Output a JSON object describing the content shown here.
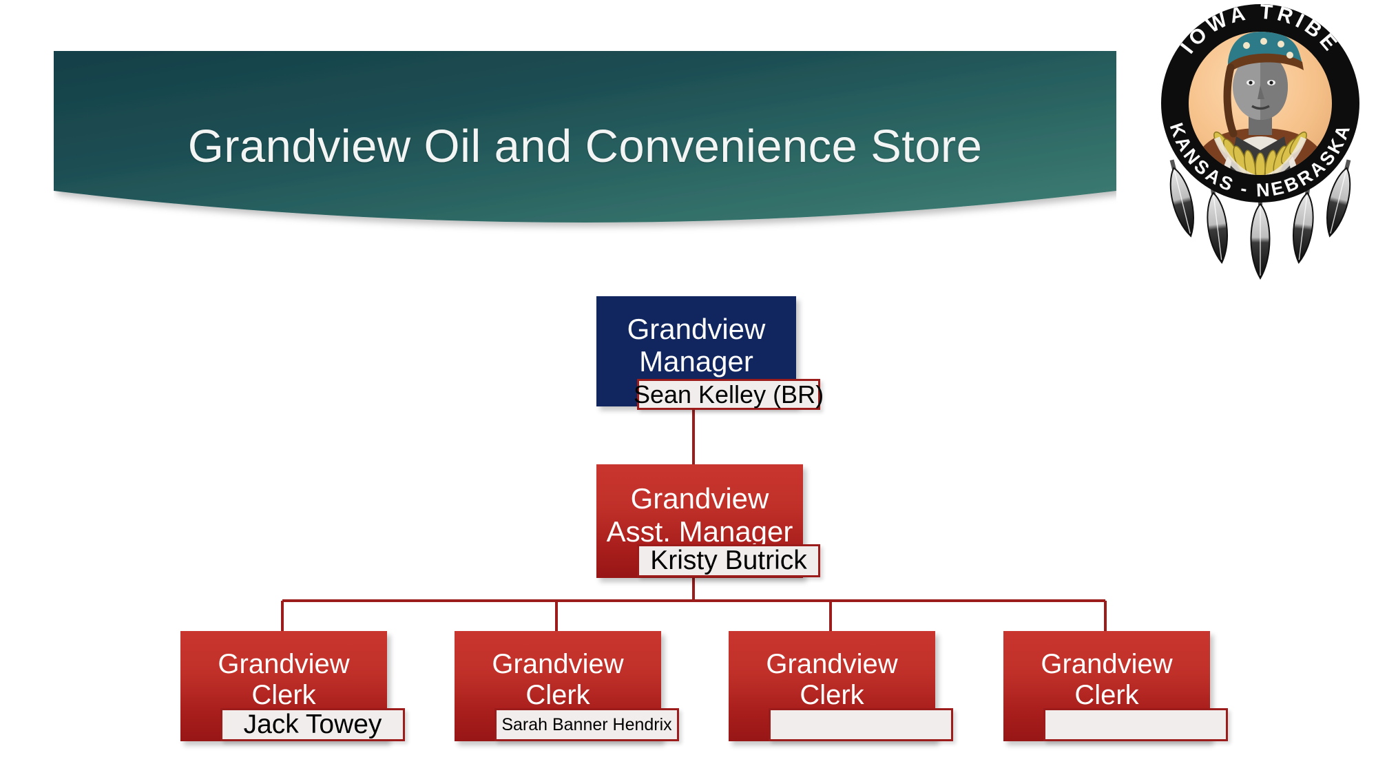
{
  "slide": {
    "title": "Grandview Oil and Convenience Store",
    "background_color": "#ffffff"
  },
  "banner": {
    "gradient_dark": "#12404a",
    "gradient_light": "#3d7a72",
    "text_color": "#f2f5f4"
  },
  "logo": {
    "name": "iowa-tribe-seal",
    "top_text": "IOWA TRIBE",
    "bottom_text": "KANSAS - NEBRASKA",
    "ring_color": "#0d0d0d",
    "field_color": "#f7c893",
    "feather_count": 5
  },
  "org_chart": {
    "type": "org-chart",
    "root": {
      "title_line1": "Grandview",
      "title_line2": "Manager",
      "name": "Sean Kelley (BR)",
      "box_color": "#11265e",
      "text_color": "#ffffff"
    },
    "assistant": {
      "title_line1": "Grandview",
      "title_line2": "Asst. Manager",
      "name": "Kristy Butrick",
      "box_color": "#bf2f28",
      "text_color": "#ffffff"
    },
    "clerks": [
      {
        "title_line1": "Grandview",
        "title_line2": "Clerk",
        "name": "Jack Towey",
        "box_color": "#bf2f28"
      },
      {
        "title_line1": "Grandview",
        "title_line2": "Clerk",
        "name": "Sarah Banner Hendrix",
        "box_color": "#bf2f28"
      },
      {
        "title_line1": "Grandview",
        "title_line2": "Clerk",
        "name": "",
        "box_color": "#bf2f28"
      },
      {
        "title_line1": "Grandview",
        "title_line2": "Clerk",
        "name": "",
        "box_color": "#bf2f28"
      }
    ],
    "connector_color": "#9c1b1b",
    "name_box_border": "#9c1b1b",
    "name_box_fill": "#f2eded"
  }
}
